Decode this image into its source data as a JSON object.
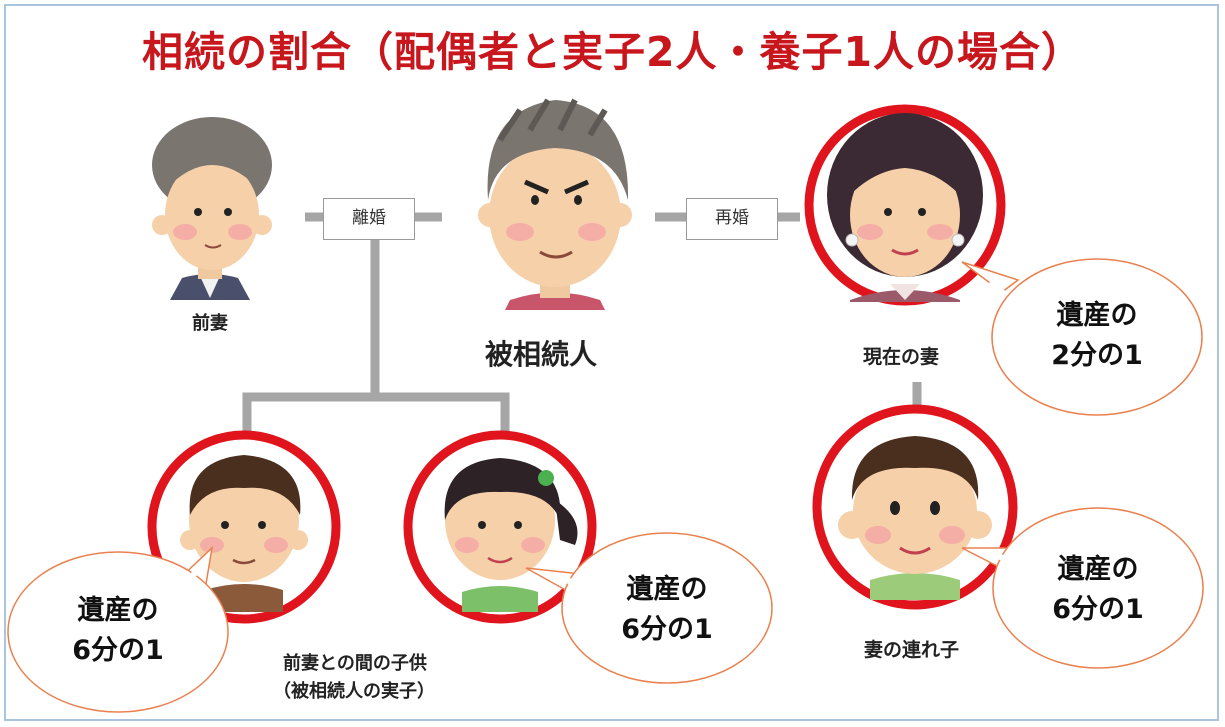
{
  "title": "相続の割合（配偶者と実子2人・養子1人の場合）",
  "relations": {
    "divorce": "離婚",
    "remarriage": "再婚"
  },
  "people": {
    "decedent": "被相続人",
    "ex_wife": "前妻",
    "current_wife": "現在の妻",
    "children_caption_line1": "前妻との間の子供",
    "children_caption_line2": "（被相続人の実子）",
    "stepchild": "妻の連れ子"
  },
  "shares": {
    "wife": {
      "line1": "遺産の",
      "line2": "2分の1"
    },
    "son": {
      "line1": "遺産の",
      "line2": "6分の1"
    },
    "daughter": {
      "line1": "遺産の",
      "line2": "6分の1"
    },
    "stepchild": {
      "line1": "遺産の",
      "line2": "6分の1"
    }
  },
  "colors": {
    "title": "#c8161d",
    "highlight_ring": "#e0141c",
    "connector": "#a6a6a6",
    "bubble_border": "#e9814f"
  }
}
